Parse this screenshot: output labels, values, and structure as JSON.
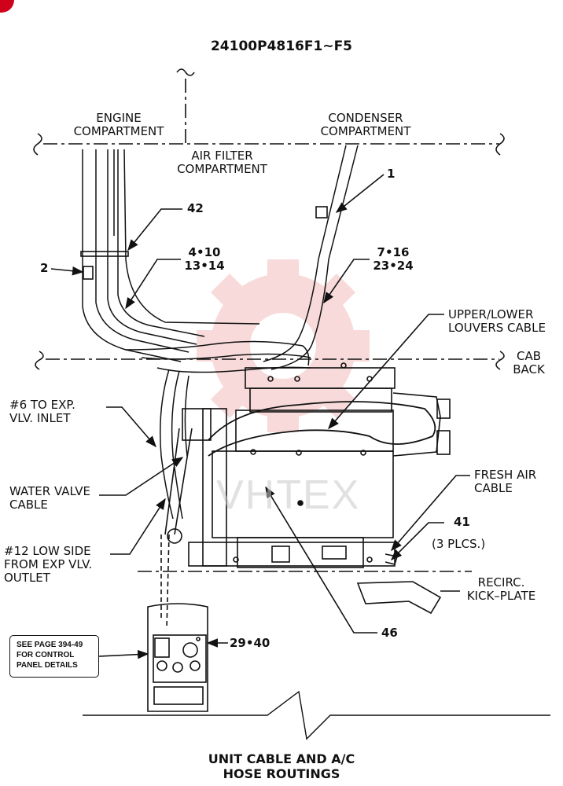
{
  "part_number": "24100P4816F1~F5",
  "compartments": {
    "engine": [
      "ENGINE",
      "COMPARTMENT"
    ],
    "condenser": [
      "CONDENSER",
      "COMPARTMENT"
    ],
    "air_filter": [
      "AIR FILTER",
      "COMPARTMENT"
    ],
    "cab_back": [
      "CAB",
      "BACK"
    ]
  },
  "callouts": {
    "c1": "1",
    "c42": "42",
    "c2": "2",
    "c4_10": [
      "4•10",
      "13•14"
    ],
    "c7_16": [
      "7•16",
      "23•24"
    ],
    "louvers": [
      "UPPER/LOWER",
      "LOUVERS CABLE"
    ],
    "exp_inlet": [
      "#6 TO EXP.",
      "VLV. INLET"
    ],
    "water_valve": [
      "WATER VALVE",
      "CABLE"
    ],
    "fresh_air": [
      "FRESH AIR",
      "CABLE"
    ],
    "c41": "41",
    "plcs": "(3 PLCS.)",
    "low_side": [
      "#12 LOW SIDE",
      "FROM EXP VLV.",
      "OUTLET"
    ],
    "recirc": [
      "RECIRC.",
      "KICK–PLATE"
    ],
    "c29_40": "29•40",
    "c46": "46"
  },
  "reference_box": [
    "SEE PAGE 394-49",
    "FOR CONTROL",
    "PANEL DETAILS"
  ],
  "caption": [
    "UNIT CABLE AND A/C",
    "HOSE ROUTINGS"
  ],
  "watermark": "VHTEX",
  "colors": {
    "ink": "#111111",
    "watermark": "#e05a5a",
    "corner": "#d0021b"
  }
}
